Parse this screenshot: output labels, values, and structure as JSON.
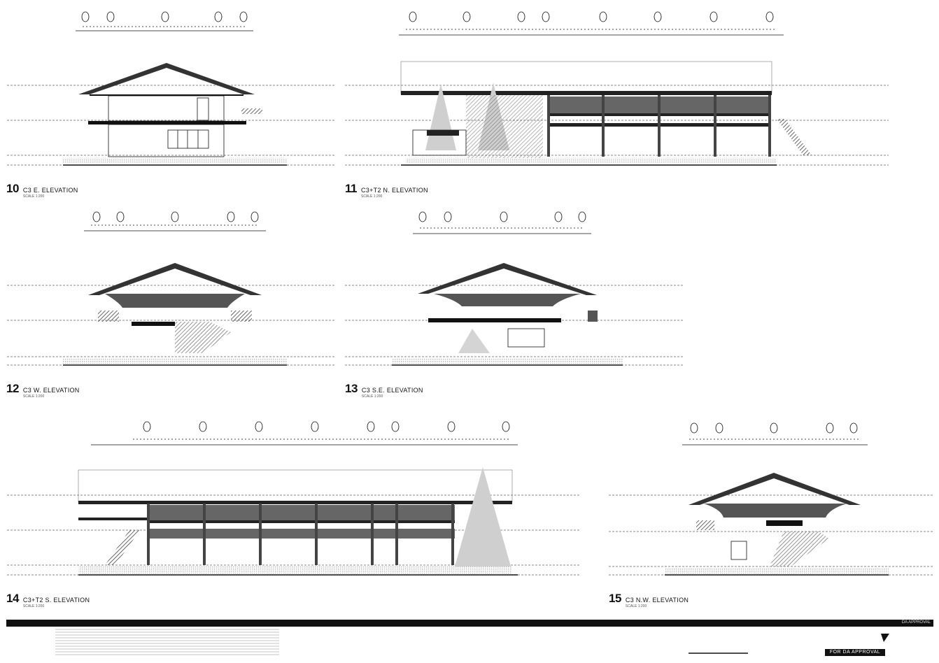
{
  "sheet": {
    "views": [
      {
        "id": "v10",
        "number": "10",
        "title": "C3 E. ELEVATION",
        "subtitle": "SCALE 1:200"
      },
      {
        "id": "v11",
        "number": "11",
        "title": "C3+T2 N. ELEVATION",
        "subtitle": "SCALE 1:200"
      },
      {
        "id": "v12",
        "number": "12",
        "title": "C3 W. ELEVATION",
        "subtitle": "SCALE 1:200"
      },
      {
        "id": "v13",
        "number": "13",
        "title": "C3 S.E. ELEVATION",
        "subtitle": "SCALE 1:200"
      },
      {
        "id": "v14",
        "number": "14",
        "title": "C3+T2 S. ELEVATION",
        "subtitle": "SCALE 1:200"
      },
      {
        "id": "v15",
        "number": "15",
        "title": "C3 N.W. ELEVATION",
        "subtitle": "SCALE 1:200"
      }
    ]
  },
  "title_block": {
    "status_top": "DA APPROVAL",
    "stamp": "FOR DA APPROVAL"
  },
  "colors": {
    "line": "#111111",
    "hatch": "#555555",
    "light": "#9a9a9a",
    "tree": "#c8c8c8"
  }
}
